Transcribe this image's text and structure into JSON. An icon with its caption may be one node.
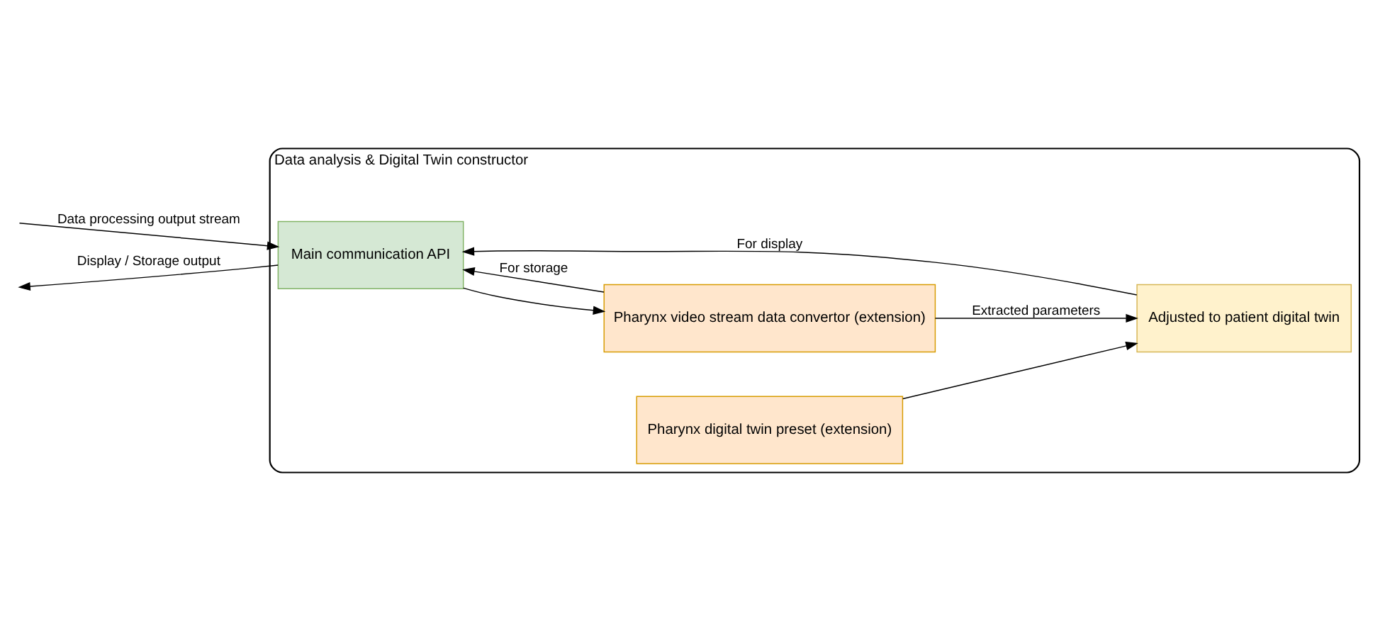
{
  "diagram": {
    "nodes": [
      {
        "text": [
          "Data analysis & Digital Twin constructor"
        ]
      },
      {
        "text": [
          "Main communication API"
        ],
        "in": 0
      },
      {
        "text": [
          "Pharynx digital twin preset (extension)"
        ],
        "in": 0
      },
      {
        "text": [
          "Pharynx video stream data convertor (extension)"
        ],
        "in": 0
      },
      {
        "text": [
          "Adjusted to patient digital twin"
        ],
        "in": 0
      }
    ],
    "edges": [
      {
        "from": null,
        "to": 1,
        "arrow": "to",
        "label": "Data processing output stream"
      },
      {
        "from": 1,
        "to": null,
        "arrow": "to",
        "label": "Display / Storage output"
      },
      {
        "from": 1,
        "to": 3,
        "arrow": "to"
      },
      {
        "from": 2,
        "to": 4,
        "arrow": "to"
      },
      {
        "from": 3,
        "to": 4,
        "arrow": "to",
        "label": "Extracted parameters"
      },
      {
        "from": 3,
        "to": 1,
        "arrow": "to",
        "label": "For storage"
      },
      {
        "from": 4,
        "to": 1,
        "arrow": "to",
        "label": "For display"
      }
    ]
  }
}
